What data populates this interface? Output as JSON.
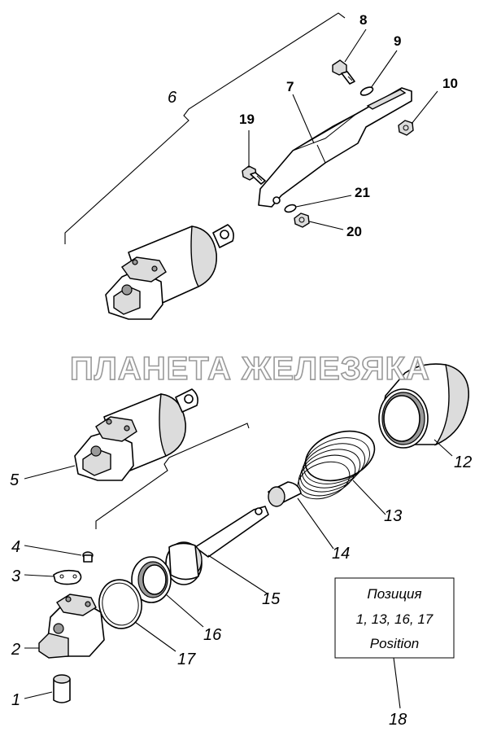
{
  "watermark": "ПЛАНЕТА ЖЕЛЕЗЯКА",
  "callouts": {
    "c1": "1",
    "c2": "2",
    "c3": "3",
    "c4": "4",
    "c5": "5",
    "c6": "6",
    "c7": "7",
    "c8": "8",
    "c9": "9",
    "c10": "10",
    "c12": "12",
    "c13": "13",
    "c14": "14",
    "c15": "15",
    "c16": "16",
    "c17": "17",
    "c18": "18",
    "c19": "19",
    "c20": "20",
    "c21": "21"
  },
  "note": {
    "line1": "Позиция",
    "line2": "1, 13, 16, 17",
    "line3": "Position"
  }
}
